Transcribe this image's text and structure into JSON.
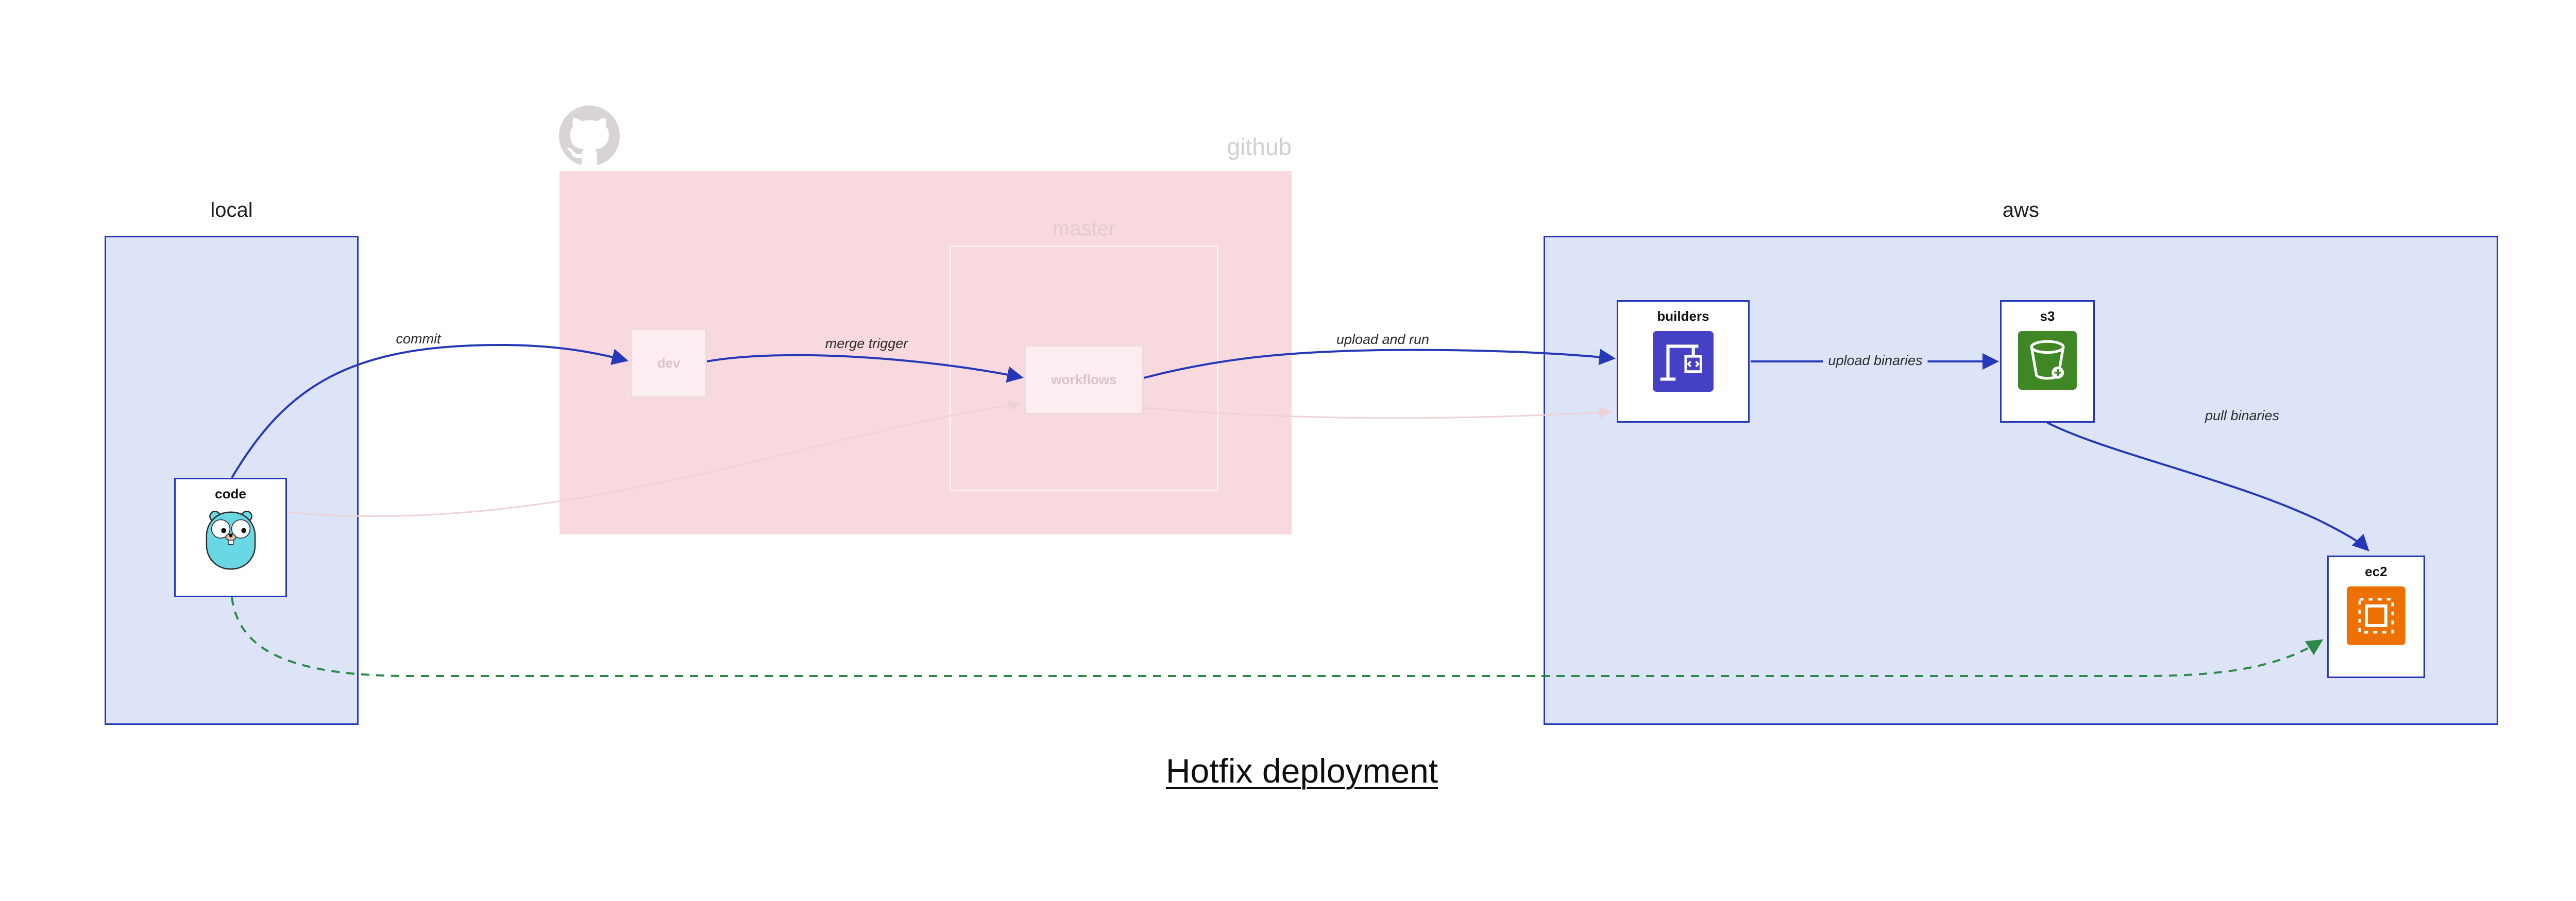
{
  "title": "Hotfix deployment",
  "groups": {
    "local": {
      "label": "local"
    },
    "github": {
      "label": "github"
    },
    "master": {
      "label": "master"
    },
    "aws": {
      "label": "aws"
    }
  },
  "nodes": {
    "code": {
      "label": "code"
    },
    "dev": {
      "label": "dev"
    },
    "workflows": {
      "label": "workflows"
    },
    "builders": {
      "label": "builders"
    },
    "s3": {
      "label": "s3"
    },
    "ec2": {
      "label": "ec2"
    }
  },
  "edges": {
    "commit": {
      "label": "commit"
    },
    "merge_trigger": {
      "label": "merge trigger"
    },
    "upload_and_run": {
      "label": "upload and run"
    },
    "upload_binaries": {
      "label": "upload binaries"
    },
    "pull_binaries": {
      "label": "pull binaries"
    }
  },
  "icons": {
    "code": "go-gopher-icon",
    "github": "github-octocat-icon",
    "builders": "codebuild-crane-icon",
    "s3": "s3-bucket-icon",
    "ec2": "ec2-chip-icon"
  },
  "colors": {
    "container_blue_fill": "#dde4f8",
    "container_blue_border": "#2438b8",
    "container_pink_fill": "#f8dade",
    "arrow_blue": "#2438b8",
    "arrow_green": "#2b8a4a",
    "faded_pink": "#eed2d7",
    "builders_icon_bg": "#4540c4",
    "s3_icon_bg": "#3f8624",
    "ec2_icon_bg": "#ed7100",
    "gopher_body": "#6ad7e5"
  }
}
